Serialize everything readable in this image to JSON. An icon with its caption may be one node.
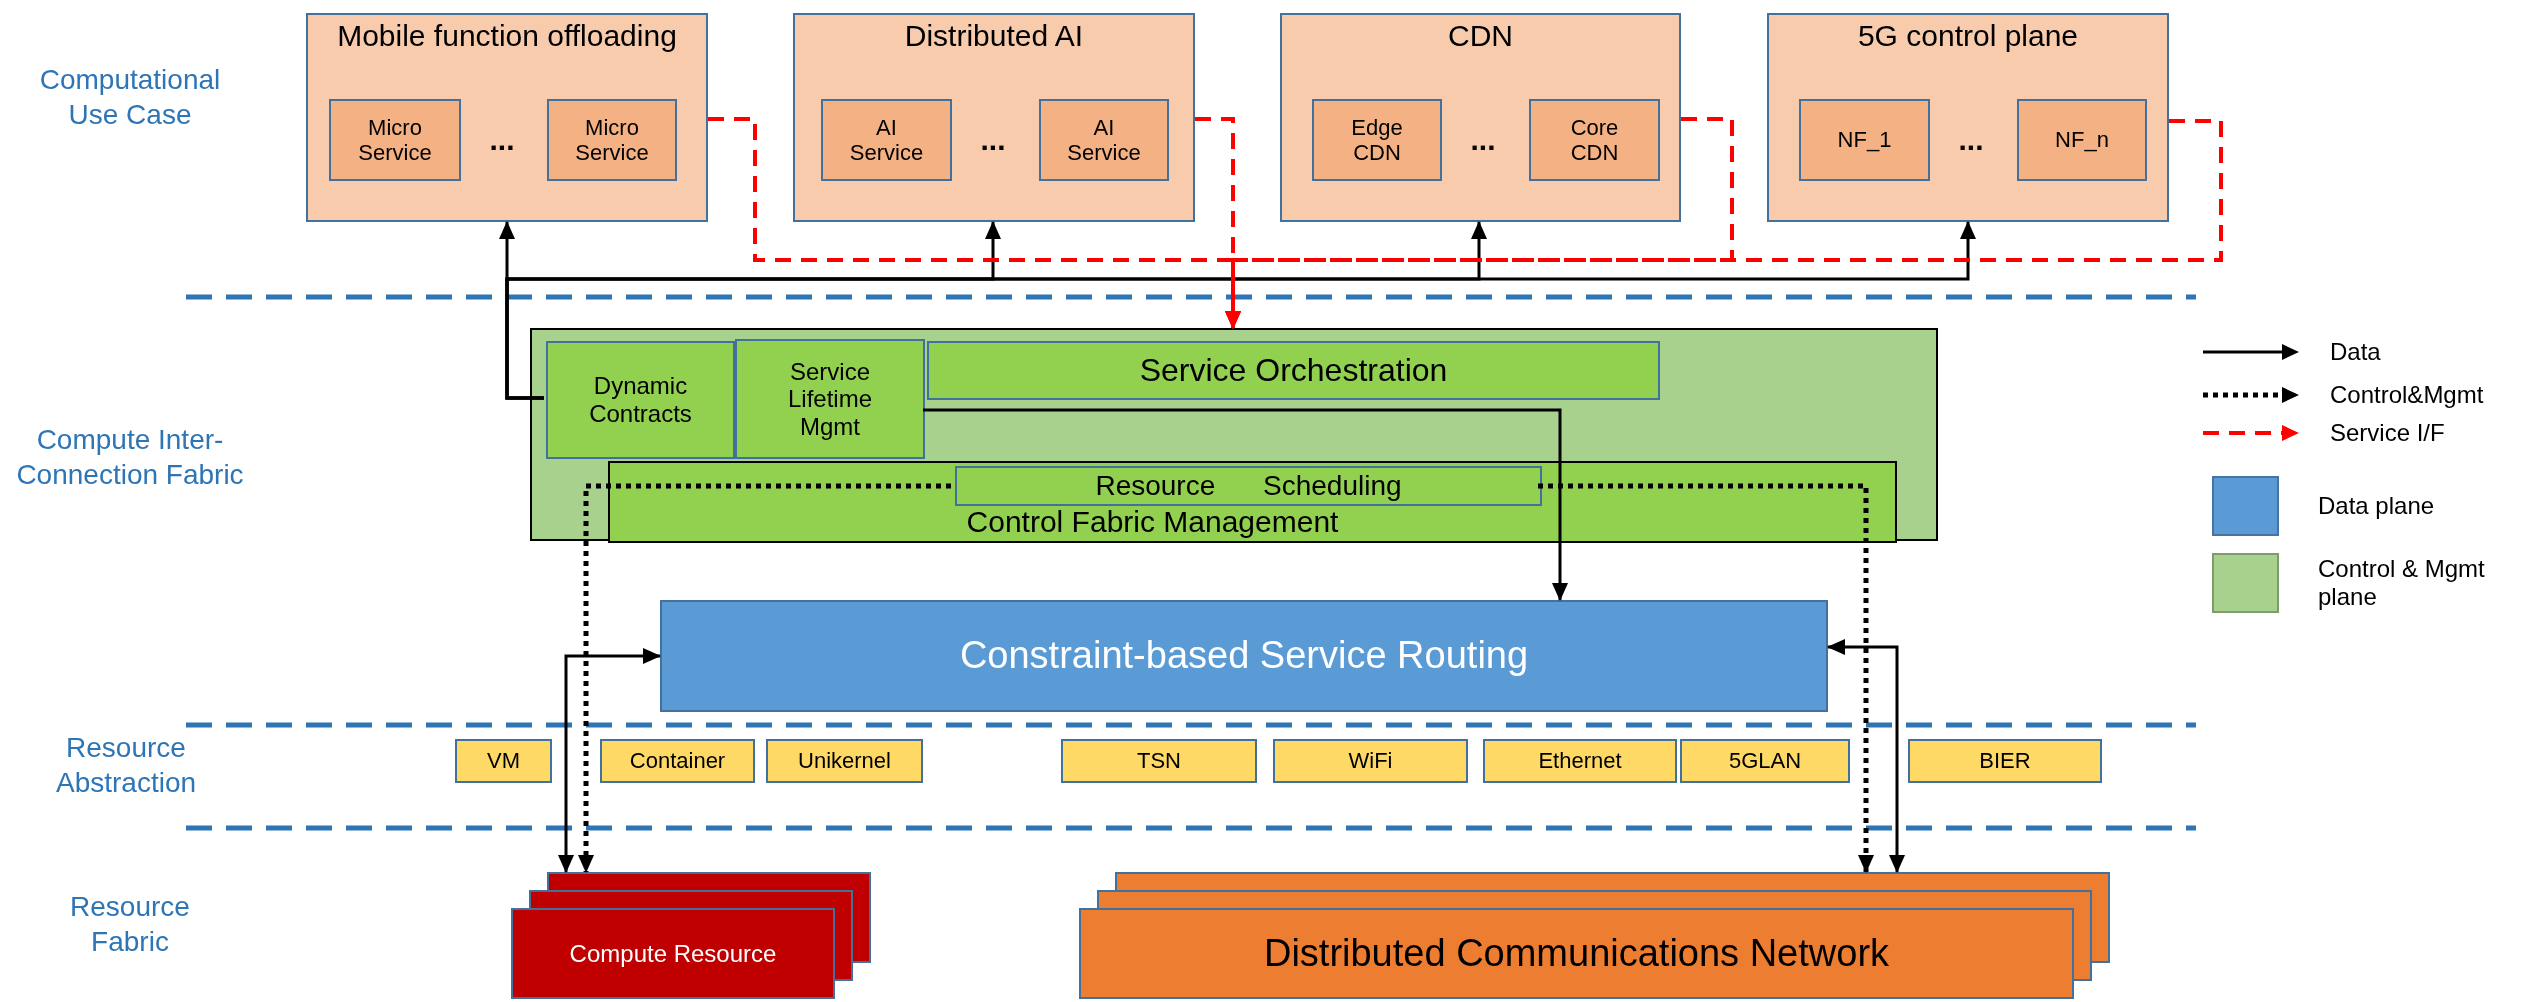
{
  "diagram": {
    "nodes": [
      {
        "text": [
          "Mobile function offloading"
        ]
      },
      {
        "text": [
          "Micro Service"
        ],
        "in": 0
      },
      {
        "text": [
          "Micro Service"
        ],
        "in": 0
      },
      {
        "text": [
          "Distributed AI"
        ]
      },
      {
        "text": [
          "AI Service"
        ],
        "in": 3
      },
      {
        "text": [
          "AI Service"
        ],
        "in": 3
      },
      {
        "text": [
          "CDN"
        ]
      },
      {
        "text": [
          "Edge CDN"
        ],
        "in": 6
      },
      {
        "text": [
          "Core CDN"
        ],
        "in": 6
      },
      {
        "text": [
          "5G control plane"
        ]
      },
      {
        "text": [
          "NF_1"
        ],
        "in": 9
      },
      {
        "text": [
          "NF_n"
        ],
        "in": 9
      },
      {
        "text": [],
        "shape": "box"
      },
      {
        "text": [
          "Dynamic Contracts"
        ],
        "in": 12
      },
      {
        "text": [
          "Service Lifetime Mgmt"
        ],
        "in": 12
      },
      {
        "text": [
          "Service Orchestration"
        ],
        "in": 12
      },
      {
        "text": [
          "Control Fabric Management"
        ],
        "in": 12
      },
      {
        "text": [
          "Resource Scheduling"
        ],
        "in": 16
      },
      {
        "text": [
          "Constraint-based Service Routing"
        ]
      },
      {
        "text": [
          "VM"
        ]
      },
      {
        "text": [
          "Container"
        ]
      },
      {
        "text": [
          "Unikernel"
        ]
      },
      {
        "text": [
          "TSN"
        ]
      },
      {
        "text": [
          "WiFi"
        ]
      },
      {
        "text": [
          "Ethernet"
        ]
      },
      {
        "text": [
          "5GLAN"
        ]
      },
      {
        "text": [
          "BIER"
        ]
      },
      {
        "text": [
          "Compute Resource"
        ]
      },
      {
        "text": [
          "Distributed Communications Network"
        ]
      }
    ],
    "edges": [
      {
        "from": 13,
        "to": 0,
        "arrow": "to"
      },
      {
        "from": 13,
        "to": 3,
        "arrow": "to"
      },
      {
        "from": 13,
        "to": 6,
        "arrow": "to"
      },
      {
        "from": 13,
        "to": 9,
        "arrow": "to"
      },
      {
        "from": 0,
        "to": 12,
        "arrow": "to",
        "style": "dashed",
        "color": "#ff0000"
      },
      {
        "from": 3,
        "to": 12,
        "arrow": "to",
        "style": "dashed",
        "color": "#ff0000"
      },
      {
        "from": 6,
        "to": 12,
        "arrow": "to",
        "style": "dashed",
        "color": "#ff0000"
      },
      {
        "from": 9,
        "to": 12,
        "arrow": "to",
        "style": "dashed",
        "color": "#ff0000"
      },
      {
        "from": 14,
        "to": 18,
        "arrow": "to"
      },
      {
        "from": 17,
        "to": 27,
        "arrow": "to",
        "style": "dashed"
      },
      {
        "from": 17,
        "to": 28,
        "arrow": "to",
        "style": "dashed"
      },
      {
        "from": 18,
        "to": 27,
        "arrow": "both"
      },
      {
        "from": 18,
        "to": 28,
        "arrow": "both"
      }
    ],
    "labels": [
      "Computational Use Case",
      "...",
      "...",
      "...",
      "...",
      "Compute Inter-Connection Fabric",
      "Resource Abstraction",
      "Resource Fabric"
    ],
    "legend": [
      {
        "text": "Data"
      },
      {
        "text": "Control&Mgmt"
      },
      {
        "text": "Service I/F"
      },
      {
        "text": "Data plane",
        "color": "#5b9bd5"
      },
      {
        "text": "Control & Mgmt plane",
        "color": "#a9d18e"
      }
    ]
  }
}
